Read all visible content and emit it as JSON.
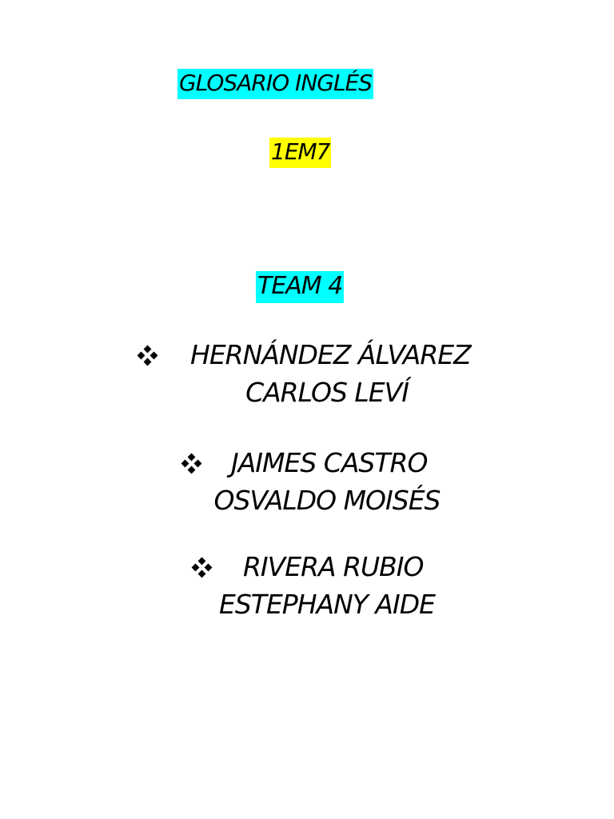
{
  "header": {
    "title": "GLOSARIO INGLÉS",
    "title_highlight": "#00ffff",
    "group": "1EM7",
    "group_highlight": "#ffff00",
    "team": "TEAM 4",
    "team_highlight": "#00ffff"
  },
  "members": [
    {
      "bullet_icon": "diamond-bullet-icon",
      "line1": "HERNÁNDEZ ÁLVAREZ",
      "line2": "CARLOS LEVÍ"
    },
    {
      "bullet_icon": "diamond-bullet-icon",
      "line1": "JAIMES CASTRO",
      "line2": "OSVALDO MOISÉS"
    },
    {
      "bullet_icon": "diamond-bullet-icon",
      "line1": "RIVERA RUBIO",
      "line2": "ESTEPHANY AIDE"
    }
  ]
}
